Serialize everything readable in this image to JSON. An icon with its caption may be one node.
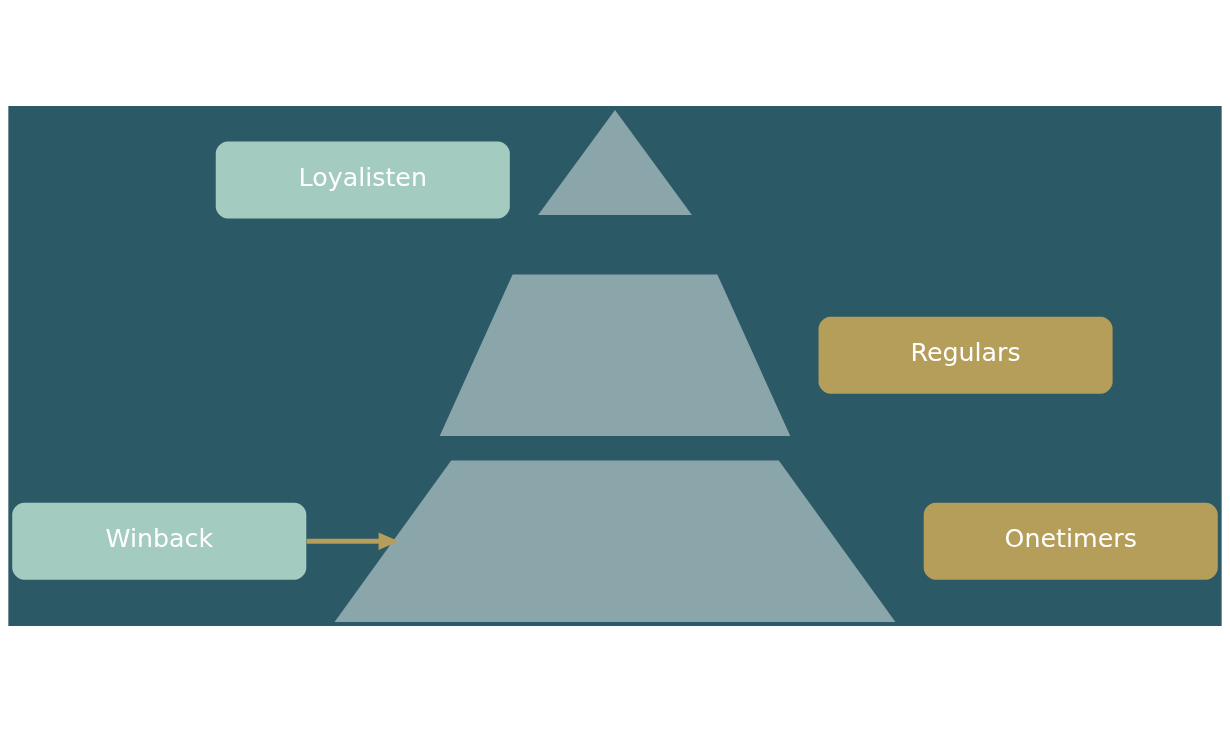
{
  "diagram": {
    "nodes": [
      {
        "text": [
          "Loyalisten"
        ]
      },
      {
        "text": [],
        "shape": "triangle"
      },
      {
        "text": [
          "Regulars"
        ]
      },
      {
        "text": [],
        "shape": "trapezium"
      },
      {
        "text": [
          "Onetimers"
        ]
      },
      {
        "text": [],
        "shape": "trapezium"
      },
      {
        "text": [
          "Winback"
        ]
      }
    ],
    "edges": [
      {
        "from": 6,
        "to": 5,
        "arrow": "to",
        "color": "#b59d5a"
      }
    ]
  }
}
